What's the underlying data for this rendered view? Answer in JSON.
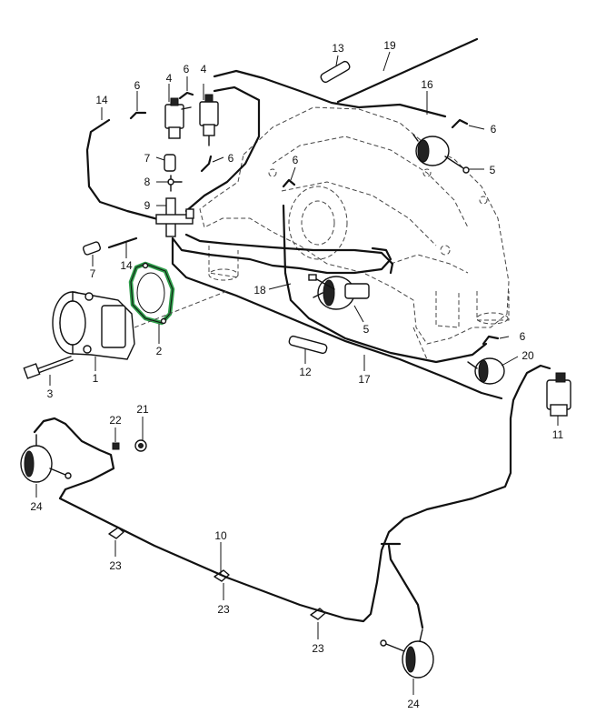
{
  "callouts": {
    "n1": "1",
    "n2": "2",
    "n3": "3",
    "n4a": "4",
    "n4b": "4",
    "n5a": "5",
    "n5b": "5",
    "n6a": "6",
    "n6b": "6",
    "n6c": "6",
    "n6d": "6",
    "n6e": "6",
    "n6f": "6",
    "n7a": "7",
    "n7b": "7",
    "n8": "8",
    "n9": "9",
    "n10": "10",
    "n11": "11",
    "n12": "12",
    "n13": "13",
    "n14a": "14",
    "n14b": "14",
    "n16": "16",
    "n17": "17",
    "n18": "18",
    "n19": "19",
    "n20": "20",
    "n21": "21",
    "n22": "22",
    "n23a": "23",
    "n23b": "23",
    "n23c": "23",
    "n24a": "24",
    "n24b": "24"
  },
  "colors": {
    "line": "#111111",
    "highlight_gasket": "#2e9e4a",
    "background": "#ffffff"
  }
}
